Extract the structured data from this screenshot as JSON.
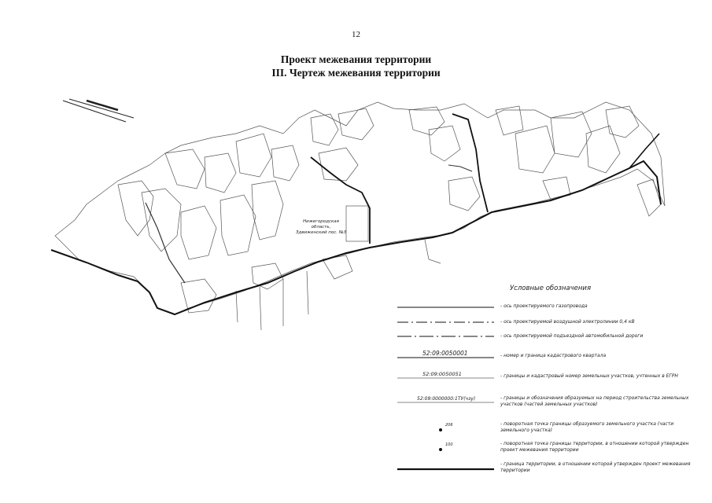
{
  "page": {
    "number": "12"
  },
  "title": {
    "line1": "Проект межевания территории",
    "line2": "III. Чертеж межевания территории"
  },
  "map": {
    "settlement_label_line1": "Нижегородская область,",
    "settlement_label_line2": "Здвиженский пос. №3"
  },
  "legend": {
    "heading": "Условные обозначения",
    "items": [
      {
        "text": "- ось проектируемого газопровода"
      },
      {
        "text": "- ось проектируемой воздушной электролинии 0,4 кВ"
      },
      {
        "text": "- ось проектируемой подъездной автомобильной дороги"
      },
      {
        "code": "52:09:0050001",
        "text": "- номер и граница кадастрового квартала"
      },
      {
        "code": "52:09:0050051",
        "text": "- границы и кадастровый номер земельных участков, учтенных в ЕГРН"
      },
      {
        "code": "52:09:0000000:1ТУ(чзу)",
        "text": "- границы и обозначения образуемых на период строительства земельных участков (частей земельных участков)"
      },
      {
        "point_label": "206",
        "text": "- поворотная точка границы образуемого земельного участка (части земельного участка)"
      },
      {
        "point_label": "100",
        "text": "- поворотная точка границы территории, в отношении которой утвержден проект межевания территории"
      },
      {
        "text": "- граница территории, в отношении которой утвержден проект межевания территории"
      }
    ]
  }
}
